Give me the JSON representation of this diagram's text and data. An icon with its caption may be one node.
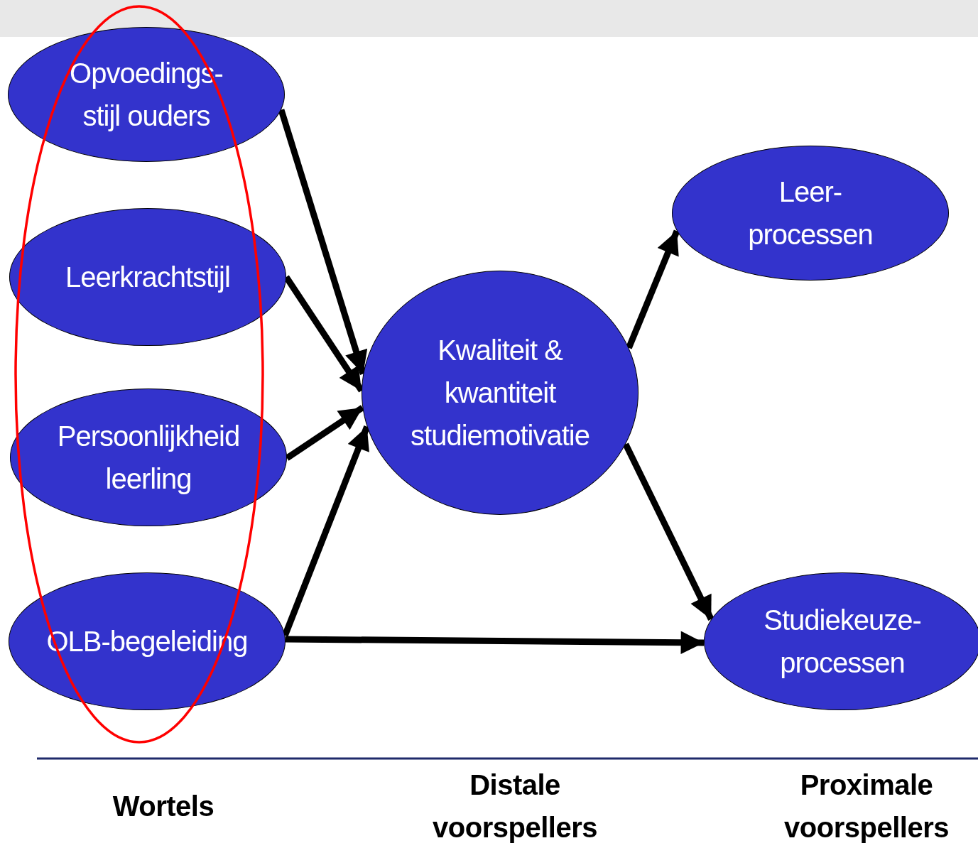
{
  "diagram": {
    "nodes": [
      {
        "text": [
          "Opvoedings- stijl ouders"
        ]
      },
      {
        "text": [
          "Leerkrachtstijl"
        ]
      },
      {
        "text": [
          "Persoonlijkheid leerling"
        ]
      },
      {
        "text": [
          "OLB-begeleiding"
        ]
      },
      {
        "text": [
          "Kwaliteit & kwantiteit studiemotivatie"
        ]
      },
      {
        "text": [
          "Leer- processen"
        ]
      },
      {
        "text": [
          "Studiekeuze- processen"
        ]
      }
    ],
    "edges": [
      {
        "from": 0,
        "to": 4,
        "arrow": "to"
      },
      {
        "from": 1,
        "to": 4,
        "arrow": "to"
      },
      {
        "from": 2,
        "to": 4,
        "arrow": "to"
      },
      {
        "from": 3,
        "to": 4,
        "arrow": "to"
      },
      {
        "from": 3,
        "to": 6,
        "arrow": "to"
      },
      {
        "from": 4,
        "to": 5,
        "arrow": "to"
      },
      {
        "from": 4,
        "to": 6,
        "arrow": "to"
      }
    ],
    "labels": [
      "Wortels",
      "Distale voorspellers",
      "Proximale voorspellers"
    ]
  }
}
